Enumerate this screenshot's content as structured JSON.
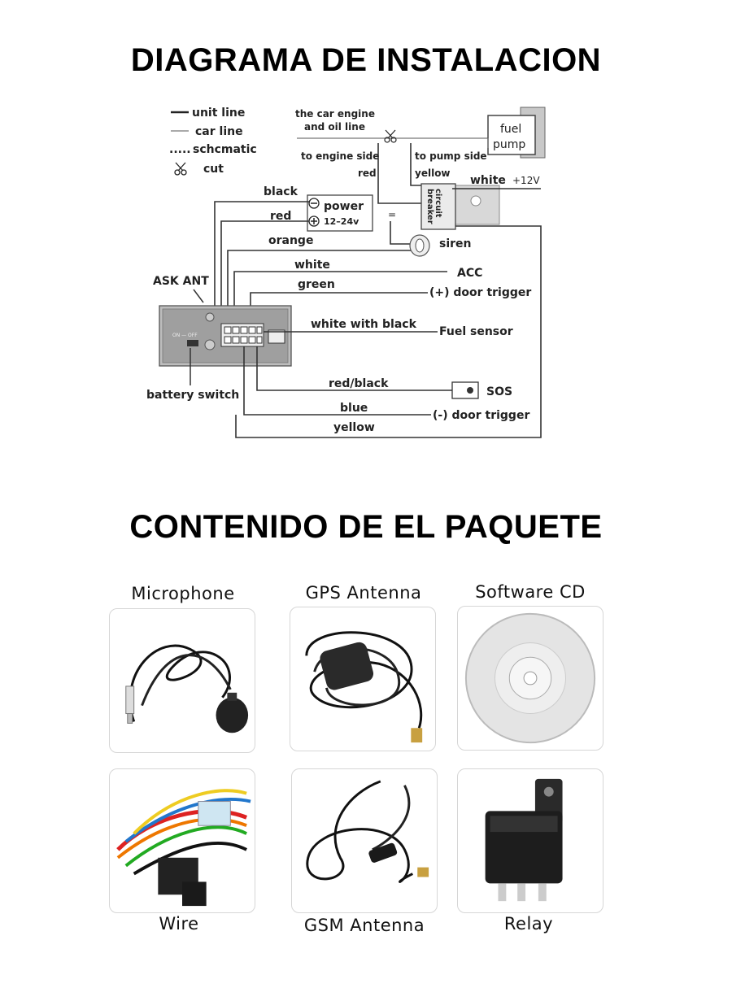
{
  "titles": {
    "diagram": "DIAGRAMA DE INSTALACION",
    "package": "CONTENIDO DE EL PAQUETE"
  },
  "legend": {
    "unit_line": "unit line",
    "car_line": "car line",
    "schematic": "schcmatic",
    "cut": "cut"
  },
  "diagram": {
    "engine_oil_1": "the car engine",
    "engine_oil_2": "and oil line",
    "engine_side": "to engine side",
    "pump_side": "to pump side",
    "red_top": "red",
    "yellow_top": "yellow",
    "fuel_pump_1": "fuel",
    "fuel_pump_2": "pump",
    "white_top": "white",
    "plus12v": "+12V",
    "circuit_1": "circuit",
    "circuit_2": "breaker",
    "black": "black",
    "red": "red",
    "power": "power",
    "power_v": "12–24v",
    "orange": "orange",
    "siren": "siren",
    "white": "white",
    "acc": "ACC",
    "ask_ant": "ASK ANT",
    "green": "green",
    "door_pos": "(+) door trigger",
    "white_black": "white with black",
    "fuel_sensor": "Fuel sensor",
    "on_off": "ON — OFF",
    "red_black": "red/black",
    "sos": "SOS",
    "battery_switch": "battery switch",
    "blue": "blue",
    "door_neg": "(-) door trigger",
    "yellow": "yellow"
  },
  "package": {
    "items": [
      {
        "label": "Microphone",
        "icon": "microphone-icon"
      },
      {
        "label": "GPS Antenna",
        "icon": "gps-antenna-icon"
      },
      {
        "label": "Software CD",
        "icon": "software-cd-icon"
      },
      {
        "label": "Wire",
        "icon": "wire-harness-icon"
      },
      {
        "label": "GSM Antenna",
        "icon": "gsm-antenna-icon"
      },
      {
        "label": "Relay",
        "icon": "relay-icon"
      }
    ]
  }
}
